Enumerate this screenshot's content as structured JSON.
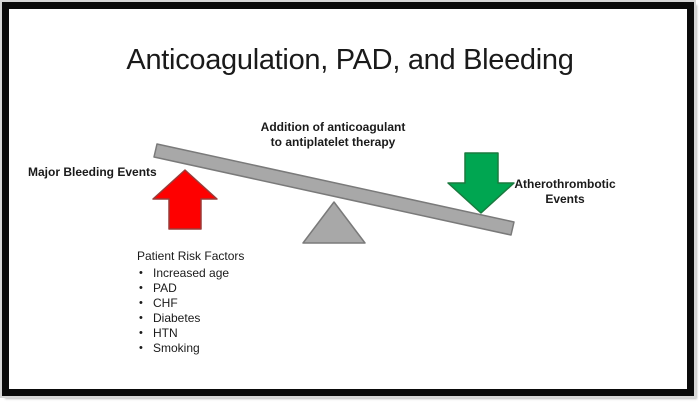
{
  "slide": {
    "title": "Anticoagulation, PAD, and Bleeding",
    "seesaw": {
      "top_label": "Addition of anticoagulant\nto antiplatelet therapy",
      "left_label": "Major Bleeding Events",
      "right_label": "Atherothrombotic\nEvents"
    },
    "risk_factors": {
      "heading": "Patient Risk Factors",
      "bullet_char": "•",
      "items": [
        "Increased age",
        "PAD",
        "CHF",
        "Diabetes",
        "HTN",
        "Smoking"
      ]
    },
    "colors": {
      "red_arrow_fill": "#fe0000",
      "red_arrow_stroke": "#9a3b38",
      "green_arrow_fill": "#00a651",
      "green_arrow_stroke": "#1a7a3f",
      "beam_fill": "#a8a8a8",
      "beam_stroke": "#7a7a7a",
      "frame_color": "#0a0a0a"
    }
  }
}
